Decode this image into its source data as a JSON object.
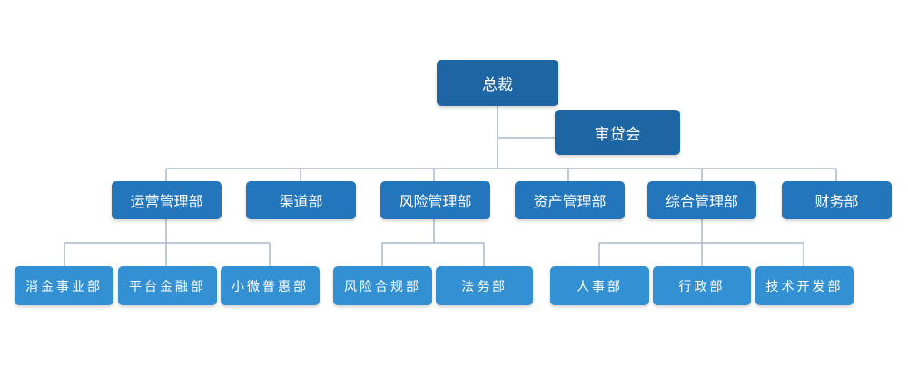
{
  "org": {
    "ceo": "总裁",
    "loan_committee": "审贷会",
    "departments": {
      "operations": "运营管理部",
      "channel": "渠道部",
      "risk": "风险管理部",
      "asset": "资产管理部",
      "admin": "综合管理部",
      "finance": "财务部"
    },
    "operations_children": [
      "消金事业部",
      "平台金融部",
      "小微普惠部"
    ],
    "risk_children": [
      "风险合规部",
      "法务部"
    ],
    "admin_children": [
      "人事部",
      "行政部",
      "技术开发部"
    ]
  },
  "colors": {
    "line": "#a8b8c8",
    "top_box": "#1d66a3",
    "mid_box": "#2376bb",
    "low_box": "#3290d3"
  }
}
